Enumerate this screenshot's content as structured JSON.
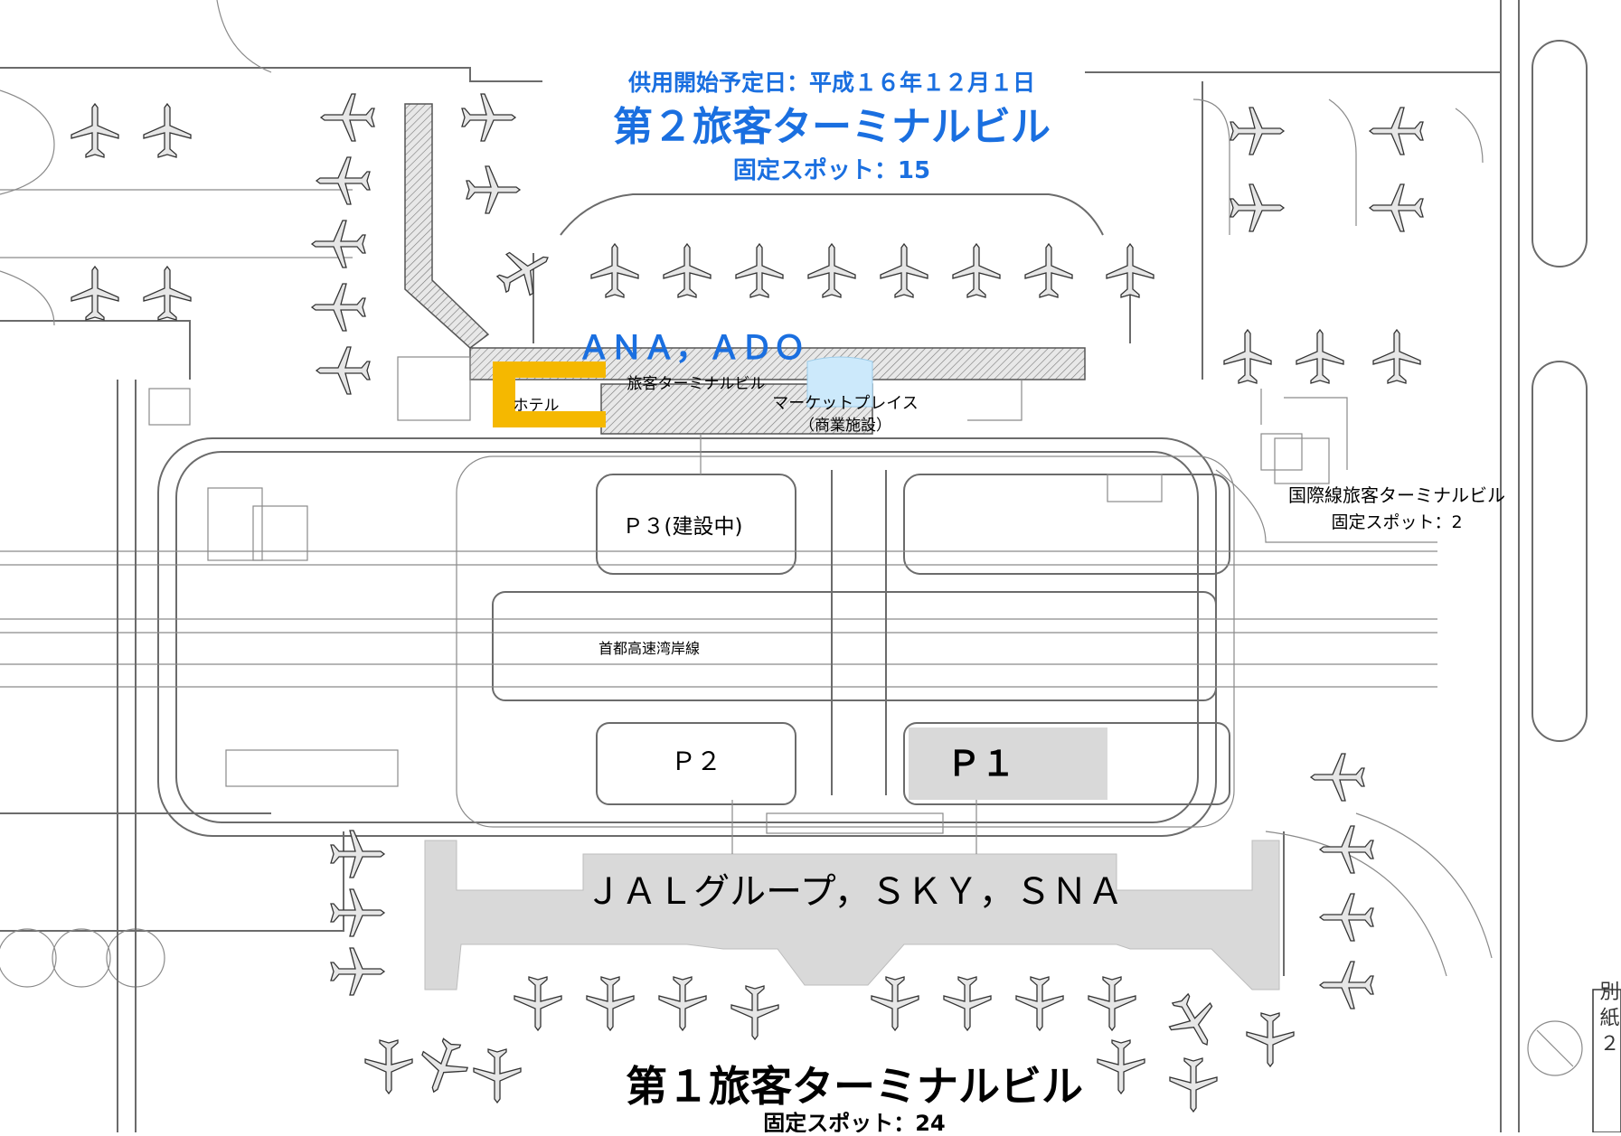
{
  "t2": {
    "opening_date": "供用開始予定日：平成１６年１２月１日",
    "title": "第２旅客ターミナルビル",
    "spots": "固定スポット：15",
    "airlines": "ＡＮＡ，ＡＤＯ",
    "building_label": "旅客ターミナルビル",
    "hotel_label": "ホテル",
    "market_label": "マーケットプレイス",
    "market_sub": "（商業施設）"
  },
  "parking": {
    "p3": "Ｐ３(建設中)",
    "p2": "Ｐ２",
    "p1": "Ｐ１"
  },
  "highway_label": "首都高速湾岸線",
  "intl": {
    "title": "国際線旅客ターミナルビル",
    "spots": "固定スポット：2"
  },
  "t1": {
    "airlines": "ＪＡＬグループ，ＳＫＹ，ＳＮＡ",
    "title": "第１旅客ターミナルビル",
    "spots": "固定スポット：24"
  },
  "side_tag": "別 紙 ２",
  "colors": {
    "blue_text": "#1a6fe0",
    "orange_hotel": "#f5b800",
    "light_blue_market": "#cce9fb",
    "gray_terminal": "#d9d9d9",
    "line": "#6b6b6b"
  }
}
